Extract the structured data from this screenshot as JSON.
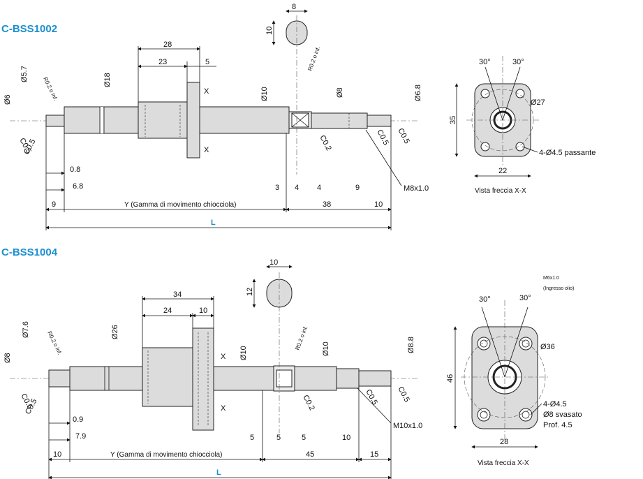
{
  "drawing_1": {
    "title": "C-BSS1002",
    "dims": {
      "d_6_tol": "Ø6",
      "d_5_7": "Ø5.7",
      "r02": "R0.2 o inf.",
      "d_18": "Ø18",
      "len_28": "28",
      "len_23": "23",
      "len_5": "5",
      "d_10": "Ø10",
      "d_8": "Ø8",
      "d_6_8": "Ø6.8",
      "c05_a": "C0.5",
      "c05_b": "C0.5",
      "c05_c": "C0.5",
      "c05_d": "C0.5",
      "c02": "C0.2",
      "len_0_8": "0.8",
      "len_6_8": "6.8",
      "len_3": "3",
      "len_4a": "4",
      "len_4b": "4",
      "len_9b": "9",
      "thread": "M8x1.0",
      "len_9": "9",
      "y_range": "Y (Gamma di movimento chiocciola)",
      "len_38": "38",
      "len_10": "10",
      "total": "L",
      "section_w": "8",
      "section_h": "10",
      "x_mark": "X"
    },
    "view": {
      "angle_a": "30°",
      "angle_b": "30°",
      "d_pitch": "Ø27",
      "height": "35",
      "width": "22",
      "holes": "4-Ø4.5 passante",
      "caption": "Vista freccia X-X"
    }
  },
  "drawing_2": {
    "title": "C-BSS1004",
    "dims": {
      "d_8_tol": "Ø8",
      "d_7_6": "Ø7.6",
      "r02": "R0.2 o inf.",
      "d_26": "Ø26",
      "len_34": "34",
      "len_24": "24",
      "len_10": "10",
      "d_10": "Ø10",
      "d_10b": "Ø10",
      "d_8_8": "Ø8.8",
      "c05_a": "C0.5",
      "c05_b": "C0.5",
      "c05_c": "C0.5",
      "c05_d": "C0.5",
      "c02": "C0.2",
      "len_0_9": "0.9",
      "len_7_9": "7.9",
      "len_5a": "5",
      "len_5b": "5",
      "len_5c": "5",
      "len_10b": "10",
      "thread": "M10x1.0",
      "len_10c": "10",
      "y_range": "Y (Gamma di movimento chiocciola)",
      "len_45": "45",
      "len_15": "15",
      "total": "L",
      "section_w": "10",
      "section_h": "12",
      "x_mark": "X"
    },
    "view": {
      "angle_a": "30°",
      "angle_b": "30°",
      "oil_port": "M6x1.0",
      "oil_note": "(Ingresso olio)",
      "d_pitch": "Ø36",
      "height": "46",
      "width": "28",
      "holes_1": "4-Ø4.5",
      "holes_2": "Ø8 svasato",
      "holes_3": "Prof. 4.5",
      "caption": "Vista freccia X-X"
    }
  }
}
